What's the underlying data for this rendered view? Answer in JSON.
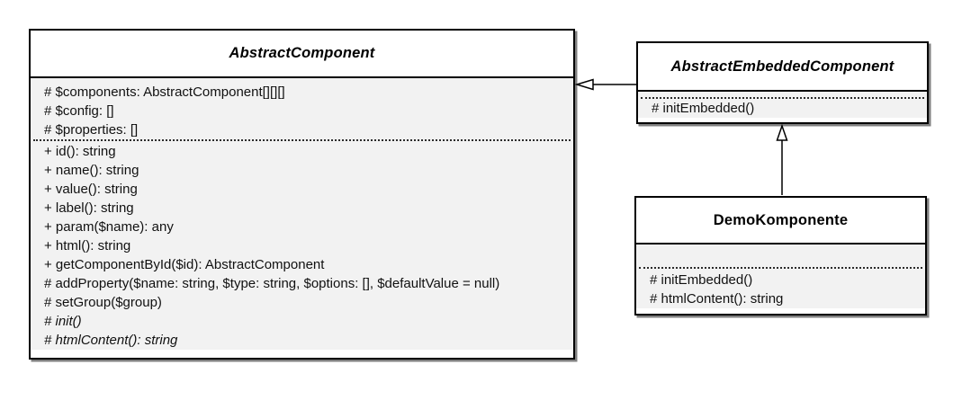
{
  "diagram": {
    "kind": "uml-class-diagram",
    "classes": [
      {
        "name": "AbstractComponent",
        "stereotype": "abstract",
        "attributes": [
          "# $components: AbstractComponent[][][]",
          "# $config: []",
          "# $properties: []"
        ],
        "methods": [
          {
            "text": "+ id(): string"
          },
          {
            "text": "+ name(): string"
          },
          {
            "text": "+ value(): string"
          },
          {
            "text": "+ label(): string"
          },
          {
            "text": "+ param($name): any"
          },
          {
            "text": "+ html(): string"
          },
          {
            "text": "+ getComponentById($id): AbstractComponent"
          },
          {
            "text": "# addProperty($name: string, $type: string, $options: [], $defaultValue = null)"
          },
          {
            "text": "# setGroup($group)"
          },
          {
            "text": "# init()",
            "italic": true
          },
          {
            "text": "# htmlContent(): string",
            "italic": true
          }
        ]
      },
      {
        "name": "AbstractEmbeddedComponent",
        "stereotype": "abstract",
        "attributes": [],
        "methods": [
          {
            "text": "# initEmbedded()"
          }
        ]
      },
      {
        "name": "DemoKomponente",
        "stereotype": "concrete",
        "attributes": [],
        "methods": [
          {
            "text": "# initEmbedded()"
          },
          {
            "text": "# htmlContent(): string"
          }
        ]
      }
    ],
    "relations": [
      {
        "from": "AbstractEmbeddedComponent",
        "to": "AbstractComponent",
        "type": "generalization"
      },
      {
        "from": "DemoKomponente",
        "to": "AbstractEmbeddedComponent",
        "type": "generalization"
      }
    ]
  },
  "colors": {
    "background": "#ffffff",
    "body_fill": "#f2f2f2",
    "border": "#000000"
  }
}
